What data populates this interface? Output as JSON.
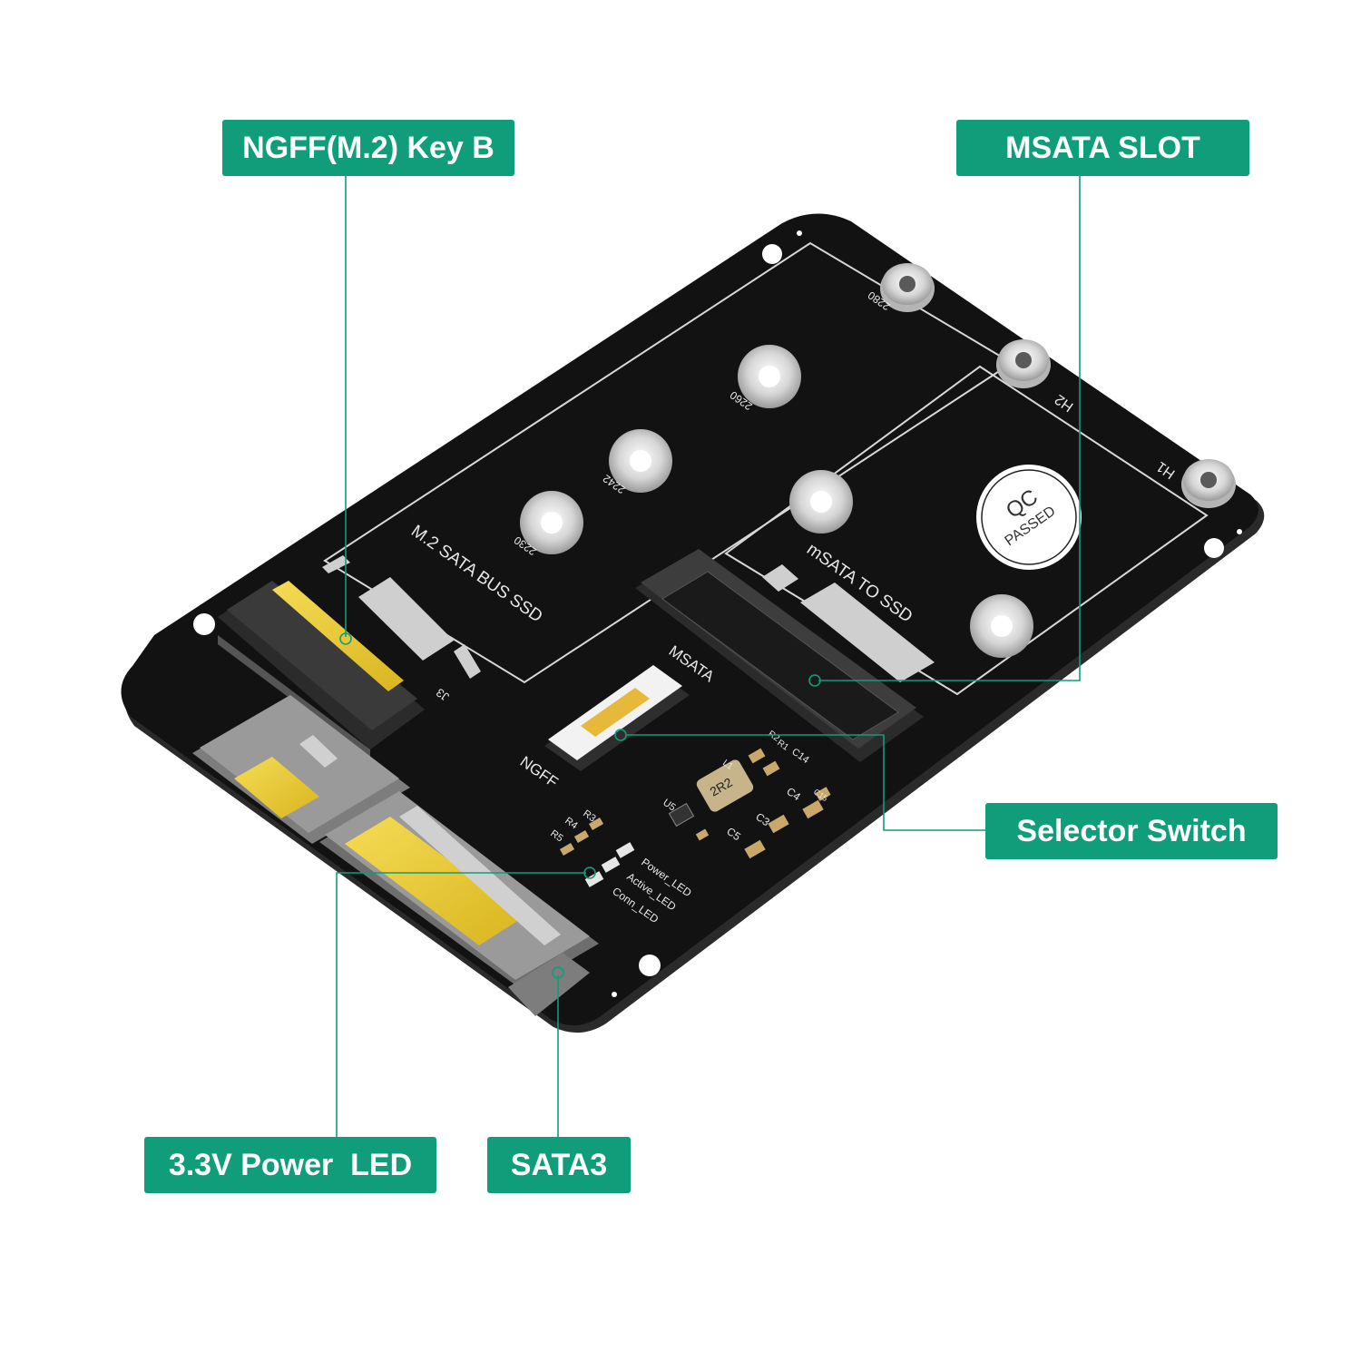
{
  "callouts": {
    "ngff": "NGFF(M.2) Key B",
    "msata_slot": "MSATA SLOT",
    "selector": "Selector Switch",
    "power_led": "3.3V Power  LED",
    "sata3": "SATA3"
  },
  "silkscreen": {
    "m2_label": "M.2 SATA BUS SSD",
    "msata_label": "mSATA TO SSD",
    "len_2280": "2280",
    "len_2260": "2260",
    "len_2242": "2242",
    "len_2230": "2230",
    "h1": "H1",
    "h2": "H2",
    "j3": "J3",
    "switch_msata": "MSATA",
    "switch_ngff": "NGFF",
    "qc": "QC",
    "passed": "PASSED",
    "inductor": "2R2",
    "led_power": "Power_LED",
    "led_active": "Active_LED",
    "led_conn": "Conn_LED",
    "r3": "R3",
    "r4": "R4",
    "r5": "R5",
    "c3": "C3",
    "c4": "C4",
    "c5": "C5",
    "c14": "C14",
    "c15": "C15",
    "u5": "U5",
    "r1": "R1",
    "r2": "R2",
    "l1": "L1"
  },
  "colors": {
    "accent": "#0f9d7a",
    "board": "#141414",
    "gold": "#e8c93a",
    "connector": "#8a8a8a"
  }
}
